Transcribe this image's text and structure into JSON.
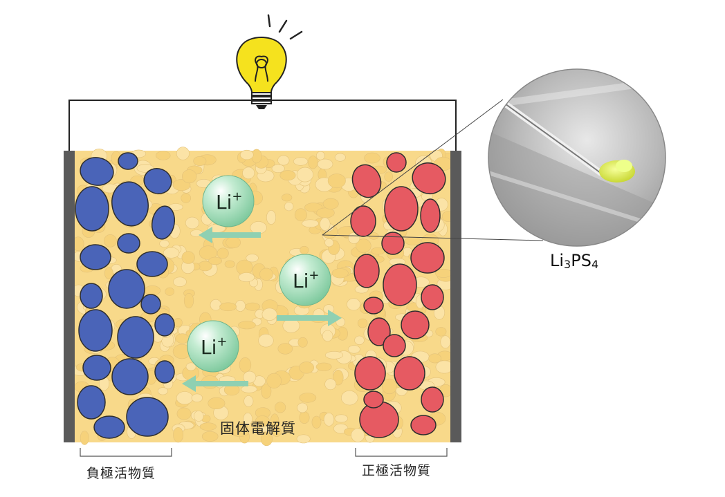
{
  "labels": {
    "solid_electrolyte": "固体電解質",
    "anode_active_material": "負極活物質",
    "cathode_active_material": "正極活物質",
    "formula_parts": [
      "Li",
      "3",
      "PS",
      "4"
    ]
  },
  "ions": [
    {
      "symbol": "Li",
      "charge": "+",
      "direction": "left"
    },
    {
      "symbol": "Li",
      "charge": "+",
      "direction": "right"
    },
    {
      "symbol": "Li",
      "charge": "+",
      "direction": "left"
    }
  ],
  "colors": {
    "anode_particle": "#4a64b8",
    "cathode_particle": "#e65a62",
    "electrolyte": "#f8d98a",
    "electrode_plate": "#5a5a5a",
    "ion_sphere": "#a9e0bd",
    "arrow": "#8fd0b2",
    "bulb": "#f5e21e"
  }
}
